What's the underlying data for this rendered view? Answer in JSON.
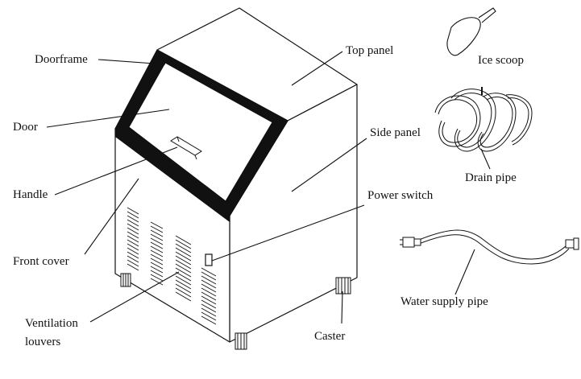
{
  "labels": {
    "doorframe": "Doorframe",
    "door": "Door",
    "handle": "Handle",
    "front_cover": "Front cover",
    "ventilation_line1": "Ventilation",
    "ventilation_line2": "louvers",
    "top_panel": "Top panel",
    "side_panel": "Side panel",
    "power_switch": "Power switch",
    "caster": "Caster",
    "ice_scoop": "Ice scoop",
    "drain_pipe": "Drain pipe",
    "water_supply_pipe": "Water supply pipe"
  },
  "colors": {
    "line": "#111111",
    "frame_fill": "#111111",
    "panel_fill": "#ffffff"
  }
}
